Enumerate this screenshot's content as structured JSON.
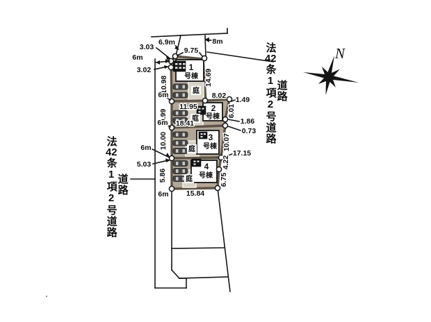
{
  "labels": {
    "garden": "庭",
    "north": "N"
  },
  "road": {
    "regulation": "法42条1項2号道路",
    "regulation_segments": [
      "法",
      "42",
      "条",
      "1",
      "項",
      "2",
      "号",
      "道",
      "路"
    ],
    "road_word": "道路",
    "road_segments": [
      "道",
      "路"
    ]
  },
  "buildings": [
    {
      "label": "1",
      "suffix": "号棟"
    },
    {
      "label": "2",
      "suffix": "号棟"
    },
    {
      "label": "3",
      "suffix": "号棟"
    },
    {
      "label": "4",
      "suffix": "号棟"
    }
  ],
  "dims": {
    "neighbor_left": "6.9m",
    "neighbor_right": "8m",
    "lot1_top": "9.75",
    "corner_cut": "3.03",
    "road_w1": "6m",
    "lot1_front_a": "3.02",
    "lot1_front_b": "10.98",
    "lot1_right": "14.69",
    "road_w2": "6m",
    "lot2_top_a": "11.95",
    "lot2_top_b": "8.02",
    "lot2_cut": "1.49",
    "lot2_front": "9.99",
    "lot2_right": "6.01",
    "road_w3": "6m",
    "lot2_bottom": "18.41",
    "lot2_edge_b": "1.86",
    "lot2_edge_c": "0.73",
    "lot3_front": "10.00",
    "lot3_right": "10.07",
    "road_w4": "6m",
    "lot3_bottom": "17.15",
    "lot4_front_a": "5.03",
    "lot4_front_b": "5.86",
    "lot4_right_a": "4.22",
    "lot4_right_b": "6.75",
    "lot4_bottom": "15.84",
    "road_w5": "6m"
  }
}
